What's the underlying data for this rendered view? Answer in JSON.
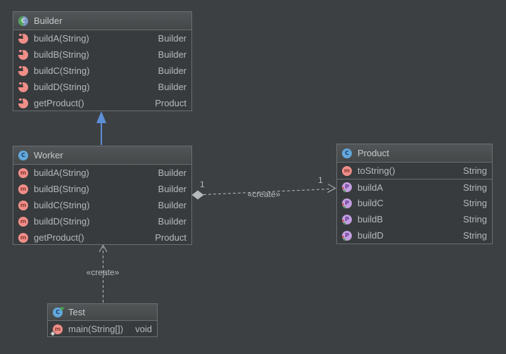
{
  "classes": {
    "builder": {
      "title": "Builder",
      "members": [
        {
          "name": "buildA(String)",
          "type": "Builder"
        },
        {
          "name": "buildB(String)",
          "type": "Builder"
        },
        {
          "name": "buildC(String)",
          "type": "Builder"
        },
        {
          "name": "buildD(String)",
          "type": "Builder"
        },
        {
          "name": "getProduct()",
          "type": "Product"
        }
      ]
    },
    "worker": {
      "title": "Worker",
      "members": [
        {
          "name": "buildA(String)",
          "type": "Builder"
        },
        {
          "name": "buildB(String)",
          "type": "Builder"
        },
        {
          "name": "buildC(String)",
          "type": "Builder"
        },
        {
          "name": "buildD(String)",
          "type": "Builder"
        },
        {
          "name": "getProduct()",
          "type": "Product"
        }
      ]
    },
    "product": {
      "title": "Product",
      "methods": [
        {
          "name": "toString()",
          "type": "String"
        }
      ],
      "fields": [
        {
          "name": "buildA",
          "type": "String"
        },
        {
          "name": "buildC",
          "type": "String"
        },
        {
          "name": "buildB",
          "type": "String"
        },
        {
          "name": "buildD",
          "type": "String"
        }
      ]
    },
    "test": {
      "title": "Test",
      "members": [
        {
          "name": "main(String[])",
          "type": "void"
        }
      ]
    }
  },
  "edges": {
    "worker_product": {
      "stereotype": "«create»",
      "source_multiplicity": "1",
      "target_multiplicity": "1"
    },
    "test_worker": {
      "stereotype": "«create»"
    }
  },
  "icons": {
    "class_letter": "C",
    "method_letter": "m",
    "property_letter": "P"
  },
  "colors": {
    "canvas_background": "#3d4043",
    "node_body": "#383b3d",
    "node_header": "#4b4f51",
    "node_border": "#6b6f72",
    "text": "#b6babd",
    "realization_arrow": "#5c8fd6",
    "edge_line": "#b7babc",
    "class_icon_blue": "#62a8dc",
    "method_icon_pink": "#ef8e88",
    "property_icon_purple": "#c29ddf"
  }
}
